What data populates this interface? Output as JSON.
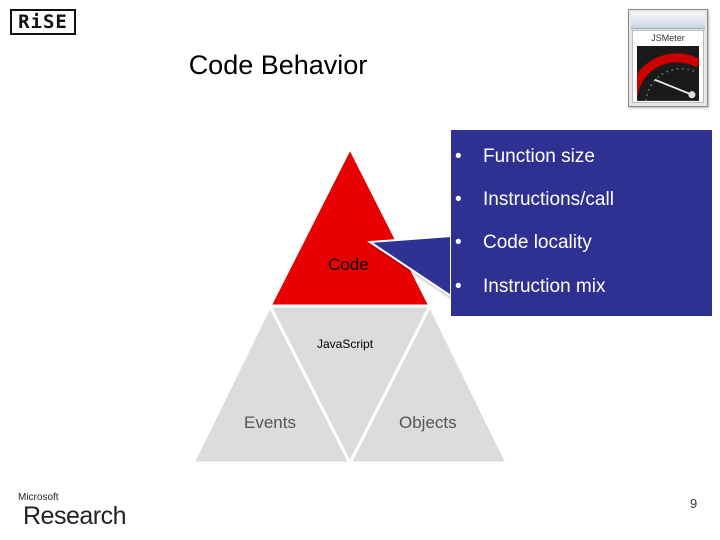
{
  "header": {
    "logo_text": "RiSE",
    "title": "Code Behavior",
    "thumbnail_label": "JSMeter"
  },
  "bullets": [
    "Function size",
    "Instructions/call",
    "Code locality",
    "Instruction mix"
  ],
  "bullet_symbol": "•",
  "diagram": {
    "top": "Code",
    "center": "JavaScript",
    "left": "Events",
    "right": "Objects"
  },
  "colors": {
    "highlight": "#e80000",
    "inactive": "#dcdcdc",
    "bullet_box": "#2e3192"
  },
  "footer": {
    "logo_small": "Microsoft",
    "logo_big": "Research",
    "page_number": "9"
  }
}
